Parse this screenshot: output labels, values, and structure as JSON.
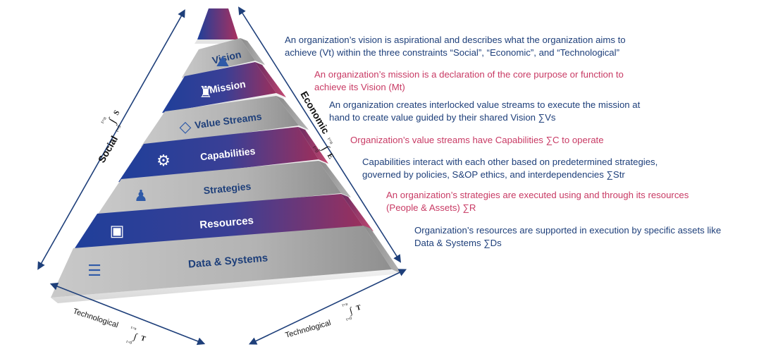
{
  "pyramid": {
    "levels": [
      {
        "label": "Vision",
        "icon": "mountain-icon"
      },
      {
        "label": "Mission",
        "icon": "climber-icon"
      },
      {
        "label": "Value Streams",
        "icon": "diamond-icon"
      },
      {
        "label": "Capabilities",
        "icon": "team-gear-icon"
      },
      {
        "label": "Strategies",
        "icon": "chess-icon"
      },
      {
        "label": "Resources",
        "icon": "box-star-icon"
      },
      {
        "label": "Data & Systems",
        "icon": "server-icon"
      }
    ]
  },
  "axes": {
    "social": {
      "label": "Social",
      "formula": {
        "top": "t=n",
        "bottom": "t=0",
        "sym": "S"
      }
    },
    "economic": {
      "label": "Economic",
      "formula": {
        "top": "t=n",
        "bottom": "t=0",
        "sym": "E"
      }
    },
    "technological_left": {
      "label": "Technological",
      "formula": {
        "top": "t=n",
        "bottom": "t=0",
        "sym": "T"
      }
    },
    "technological_right": {
      "label": "Technological",
      "formula": {
        "top": "t=n",
        "bottom": "t=0",
        "sym": "T"
      }
    }
  },
  "descriptions": [
    {
      "lines": [
        "An organization’s vision is aspirational and describes what the organization aims to",
        "achieve (Vt) within the three constraints “Social”, “Economic”, and “Technological”"
      ],
      "color": "blue"
    },
    {
      "lines": [
        "An organization’s mission is a declaration of the core purpose or function to",
        "achieve its Vision (Mt)"
      ],
      "color": "red"
    },
    {
      "lines": [
        "An organization creates interlocked value streams to execute the mission at",
        "hand to create value guided by their  shared Vision ∑Vs"
      ],
      "color": "blue"
    },
    {
      "lines": [
        "Organization’s value streams have Capabilities ∑C to operate"
      ],
      "color": "red"
    },
    {
      "lines": [
        "Capabilities interact with each other based on predetermined strategies,",
        "governed by policies, S&OP ethics, and interdependencies  ∑Str"
      ],
      "color": "blue"
    },
    {
      "lines": [
        "An organization’s strategies are executed using and through its resources",
        "(People & Assets) ∑R"
      ],
      "color": "red"
    },
    {
      "lines": [
        "Organization’s resources are supported in execution by specific assets like",
        "Data & Systems ∑Ds"
      ],
      "color": "blue"
    }
  ]
}
